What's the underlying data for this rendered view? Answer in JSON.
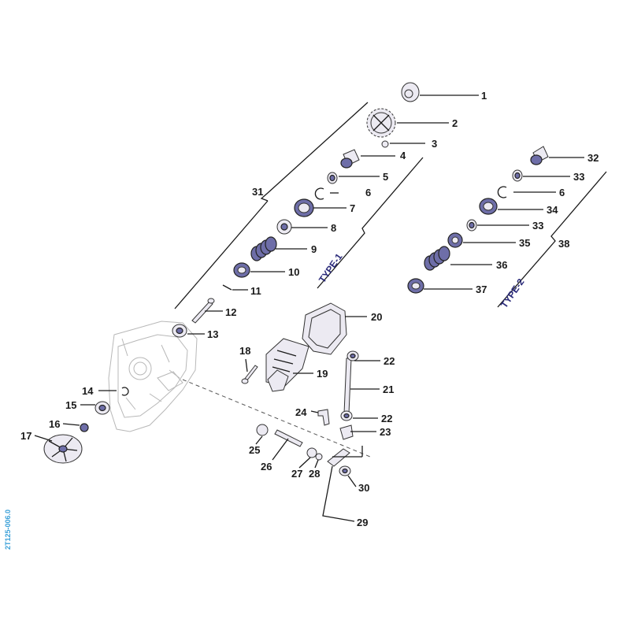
{
  "doc_code": "2T125-006.0",
  "callouts": {
    "c1": "1",
    "c2": "2",
    "c3": "3",
    "c4": "4",
    "c5": "5",
    "c6a": "6",
    "c7": "7",
    "c8": "8",
    "c9": "9",
    "c10": "10",
    "c11": "11",
    "c12": "12",
    "c13": "13",
    "c14": "14",
    "c15": "15",
    "c16": "16",
    "c17": "17",
    "c18": "18",
    "c19": "19",
    "c20": "20",
    "c21": "21",
    "c22a": "22",
    "c22b": "22",
    "c23": "23",
    "c24": "24",
    "c25": "25",
    "c26": "26",
    "c27": "27",
    "c28": "28",
    "c29": "29",
    "c30": "30",
    "c31": "31",
    "c32": "32",
    "c33a": "33",
    "c6b": "6",
    "c34": "34",
    "c33b": "33",
    "c35": "35",
    "c36": "36",
    "c37": "37",
    "c38": "38"
  },
  "type_labels": {
    "type1": "TYPE-1",
    "type2": "TYPE-2"
  }
}
